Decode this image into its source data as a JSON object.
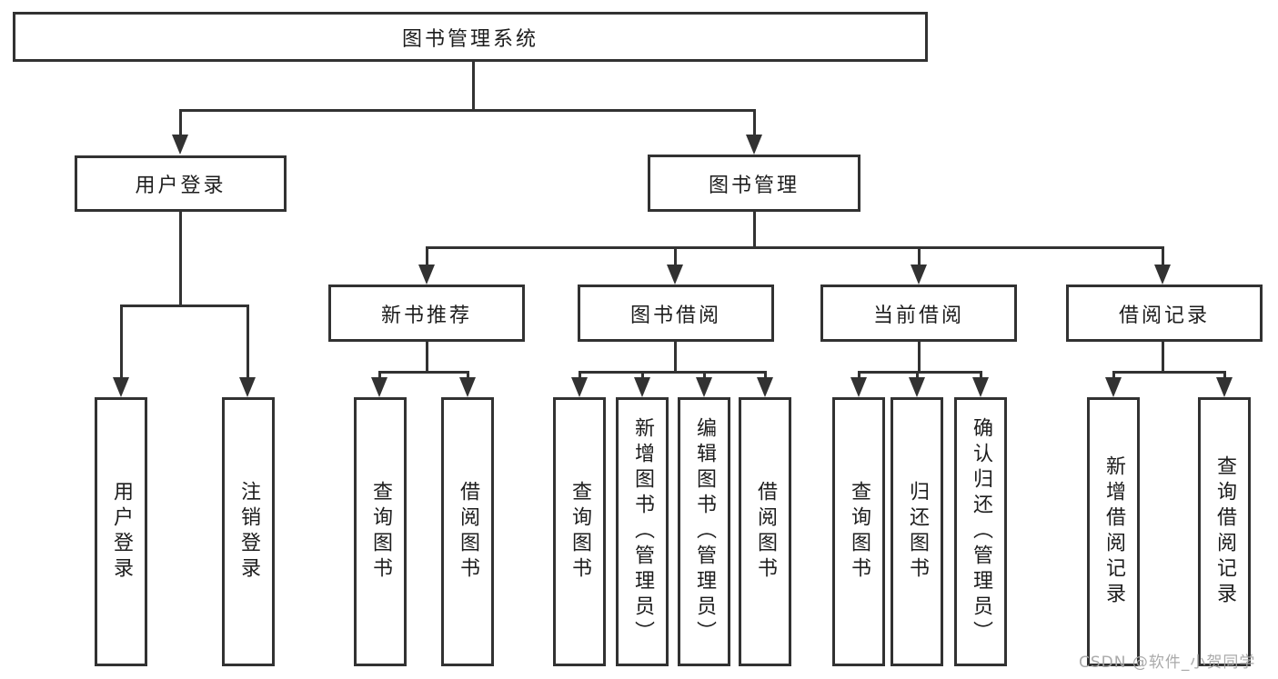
{
  "diagram": {
    "title": "图书管理系统",
    "root": {
      "label": "图书管理系统"
    },
    "branches": [
      {
        "label": "用户登录",
        "children": [
          {
            "label": "用户登录"
          },
          {
            "label": "注销登录"
          }
        ]
      },
      {
        "label": "图书管理",
        "children": [
          {
            "label": "新书推荐",
            "children": [
              {
                "label": "查询图书"
              },
              {
                "label": "借阅图书"
              }
            ]
          },
          {
            "label": "图书借阅",
            "children": [
              {
                "label": "查询图书"
              },
              {
                "label": "新增图书（管理员）"
              },
              {
                "label": "编辑图书（管理员）"
              },
              {
                "label": "借阅图书"
              }
            ]
          },
          {
            "label": "当前借阅",
            "children": [
              {
                "label": "查询图书"
              },
              {
                "label": "归还图书"
              },
              {
                "label": "确认归还（管理员）"
              }
            ]
          },
          {
            "label": "借阅记录",
            "children": [
              {
                "label": "新增借阅记录"
              },
              {
                "label": "查询借阅记录"
              }
            ]
          }
        ]
      }
    ],
    "style": {
      "line_color": "#323232",
      "text_color": "#1d1d1d",
      "background": "#ffffff",
      "watermark_color": "#a5a5a5"
    }
  },
  "watermark": {
    "text": "CSDN @软件_小贺同学"
  }
}
